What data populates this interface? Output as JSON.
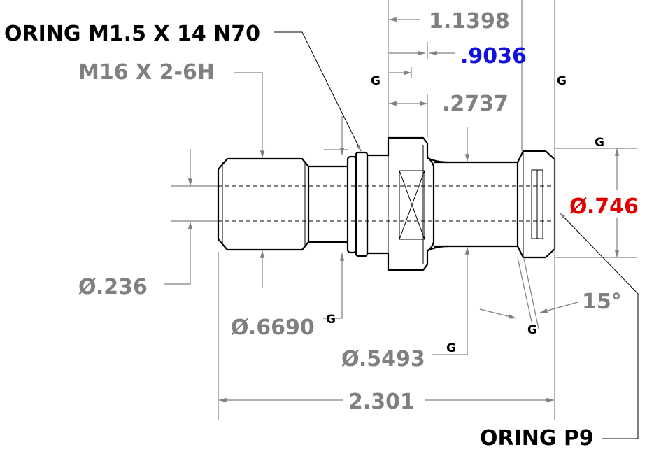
{
  "callouts": {
    "oring_top": "ORING M1.5 X 14 N70",
    "thread": "M16 X 2-6H",
    "oring_bottom": "ORING P9"
  },
  "dimensions": {
    "d_1_1398": "1.1398",
    "d_9036": ".9036",
    "d_2737": ".2737",
    "d_746": "Ø.746",
    "d_236": "Ø.236",
    "d_6690": "Ø.6690",
    "d_5493": "Ø.5493",
    "d_2_301": "2.301",
    "angle_15": "15°"
  },
  "markers": {
    "g": "G"
  },
  "colors": {
    "dimension_gray": "#808080",
    "highlight_blue": "#1010e0",
    "highlight_red": "#e00000",
    "line_black": "#000000"
  }
}
